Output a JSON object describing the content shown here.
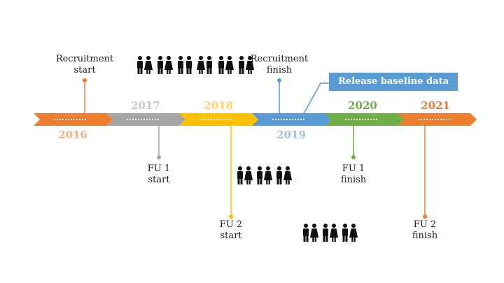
{
  "timeline": {
    "segments": [
      {
        "year": "2016",
        "color": "#ed7d31"
      },
      {
        "year": "2017",
        "color": "#a5a5a5"
      },
      {
        "year": "2018",
        "color": "#ffc000"
      },
      {
        "year": "2019",
        "color": "#5b9bd5"
      },
      {
        "year": "2020",
        "color": "#70ad47"
      },
      {
        "year": "2021",
        "color": "#ed7d31"
      }
    ]
  },
  "events": {
    "recruitment_start": {
      "line1": "Recruitment",
      "line2": "start"
    },
    "recruitment_finish": {
      "line1": "Recruitment",
      "line2": "finish"
    },
    "fu1_start": {
      "line1": "FU 1",
      "line2": "start"
    },
    "fu1_finish": {
      "line1": "FU 1",
      "line2": "finish"
    },
    "fu2_start": {
      "line1": "FU 2",
      "line2": "start"
    },
    "fu2_finish": {
      "line1": "FU 2",
      "line2": "finish"
    }
  },
  "callout": {
    "label": "Release baseline data"
  },
  "icons": [
    "people-group-icon"
  ]
}
